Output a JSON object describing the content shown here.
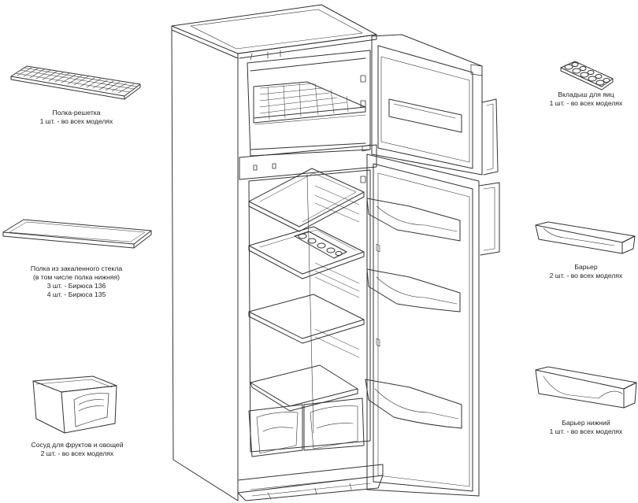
{
  "labels": {
    "wire_shelf": {
      "name": "Полка-решетка",
      "qty": "1 шт. - во всех моделях"
    },
    "glass_shelf": {
      "name": "Полка из закаленного стекла",
      "note": "(в том числе полка нижняя)",
      "qty1": "3 шт. - Бирюса 136",
      "qty2": "4 шт. - Бирюса 135"
    },
    "crisper": {
      "name": "Сосуд для фруктов и овощей",
      "qty": "2 шт. - во всех моделях"
    },
    "egg_tray": {
      "name": "Вкладыш для яиц",
      "qty": "1 шт. - во всех моделях"
    },
    "door_bar": {
      "name": "Барьер",
      "qty": "2 шт. - во всех моделях"
    },
    "door_bar_lower": {
      "name": "Барьер нижний",
      "qty": "1 шт. - во всех моделях"
    }
  }
}
